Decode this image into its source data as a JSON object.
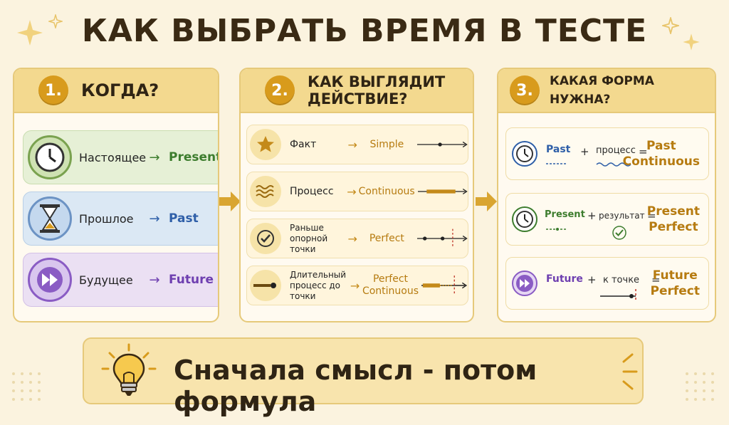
{
  "title": "КАК ВЫБРАТЬ ВРЕМЯ В ТЕСТЕ",
  "panels": [
    {
      "number": "1.",
      "title": "КОГДА?",
      "rows": [
        {
          "icon": "clock-icon",
          "label": "Настоящее",
          "arrow": "→",
          "term": "Present",
          "color": "#3d7d2e"
        },
        {
          "icon": "hourglass-icon",
          "label": "Прошлое",
          "arrow": "→",
          "term": "Past",
          "color": "#2f5fa8"
        },
        {
          "icon": "fast-forward-icon",
          "label": "Будущее",
          "arrow": "→",
          "term": "Future",
          "color": "#6e3fb0"
        }
      ]
    },
    {
      "number": "2.",
      "title_line1": "КАК ВЫГЛЯДИТ",
      "title_line2": "ДЕЙСТВИЕ?",
      "rows": [
        {
          "icon": "star-icon",
          "label": "Факт",
          "arrow": "→",
          "term": "Simple"
        },
        {
          "icon": "waves-icon",
          "label": "Процесс",
          "arrow": "→",
          "term": "Continuous"
        },
        {
          "icon": "check-icon",
          "label_line1": "Раньше",
          "label_line2": "опорной точки",
          "arrow": "→",
          "term": "Perfect"
        },
        {
          "icon": "timeline-icon",
          "label_line1": "Длительный",
          "label_line2": "процесс до точки",
          "arrow": "→",
          "term_line1": "Perfect",
          "term_line2": "Continuous"
        }
      ]
    },
    {
      "number": "3.",
      "title": "КАКАЯ ФОРМА НУЖНА?",
      "rows": [
        {
          "icon": "clock-icon",
          "tense": "Past",
          "plus": "+",
          "part": "процесс",
          "eq": "=",
          "res_line1": "Past",
          "res_line2": "Continuous"
        },
        {
          "icon": "clock-icon",
          "tense": "Present",
          "plus": "+",
          "part": "результат",
          "eq": "=",
          "res_line1": "Present",
          "res_line2": "Perfect"
        },
        {
          "icon": "fast-forward-icon",
          "tense": "Future",
          "plus": "+",
          "part": "к точке",
          "eq": "=",
          "res_line1": "Future",
          "res_line2": "Perfect"
        }
      ]
    }
  ],
  "bottom": {
    "icon": "lightbulb-icon",
    "text": "Сначала смысл - потом формула"
  },
  "colors": {
    "accent": "#d89b1c",
    "panel_head": "#f3d98f",
    "gold_text": "#b67b10"
  }
}
